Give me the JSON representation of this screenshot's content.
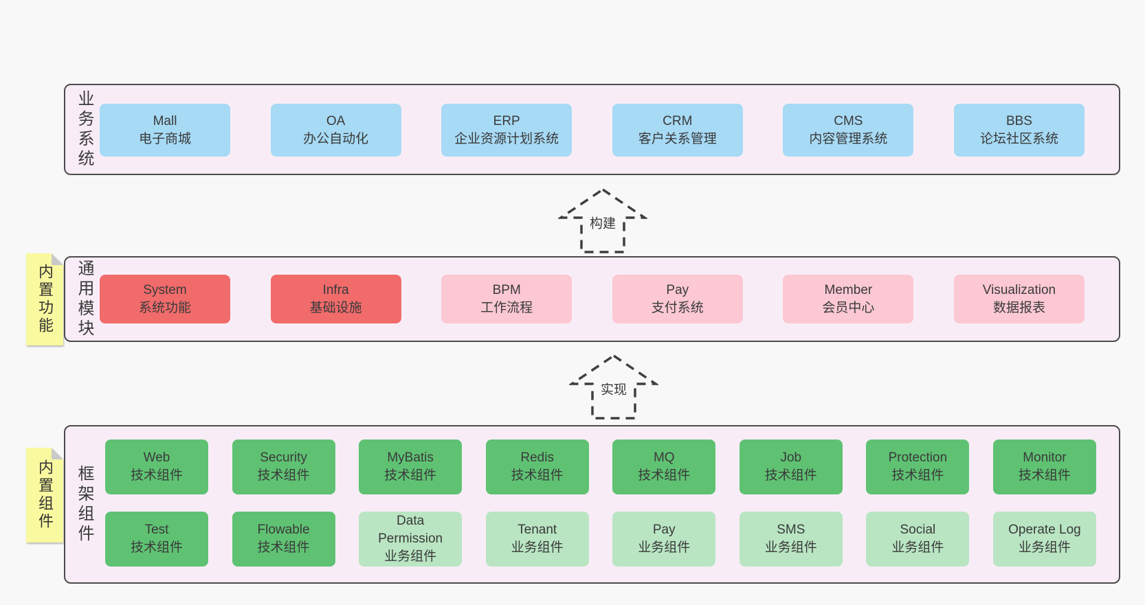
{
  "colors": {
    "page-bg": "#f8f8f8",
    "panel-bg": "#f8edf6",
    "panel-border": "#4b4b4b",
    "box-blue": "#a7daf5",
    "box-red": "#f16b6b",
    "box-pink": "#fbc8d3",
    "box-green-dark": "#5fc273",
    "box-green-light": "#b9e5c3",
    "note-bg": "#f9f9a0",
    "note-fold": "#c9c9c9",
    "text": "#3a3a3a",
    "arrow": "#3f3f3f"
  },
  "sections": [
    {
      "label": "业务系统",
      "boxes": [
        {
          "en": "Mall",
          "cn": "电子商城"
        },
        {
          "en": "OA",
          "cn": "办公自动化"
        },
        {
          "en": "ERP",
          "cn": "企业资源计划系统"
        },
        {
          "en": "CRM",
          "cn": "客户关系管理"
        },
        {
          "en": "CMS",
          "cn": "内容管理系统"
        },
        {
          "en": "BBS",
          "cn": "论坛社区系统"
        }
      ]
    },
    {
      "label": "通用模块",
      "note": "内置功能",
      "boxes": [
        {
          "en": "System",
          "cn": "系统功能"
        },
        {
          "en": "Infra",
          "cn": "基础设施"
        },
        {
          "en": "BPM",
          "cn": "工作流程"
        },
        {
          "en": "Pay",
          "cn": "支付系统"
        },
        {
          "en": "Member",
          "cn": "会员中心"
        },
        {
          "en": "Visualization",
          "cn": "数据报表"
        }
      ]
    },
    {
      "label": "框架组件",
      "note": "内置组件",
      "rows": [
        [
          {
            "en": "Web",
            "cn": "技术组件"
          },
          {
            "en": "Security",
            "cn": "技术组件"
          },
          {
            "en": "MyBatis",
            "cn": "技术组件"
          },
          {
            "en": "Redis",
            "cn": "技术组件"
          },
          {
            "en": "MQ",
            "cn": "技术组件"
          },
          {
            "en": "Job",
            "cn": "技术组件"
          },
          {
            "en": "Protection",
            "cn": "技术组件"
          },
          {
            "en": "Monitor",
            "cn": "技术组件"
          }
        ],
        [
          {
            "en": "Test",
            "cn": "技术组件"
          },
          {
            "en": "Flowable",
            "cn": "技术组件"
          },
          {
            "en": "Data Permission",
            "cn": "业务组件"
          },
          {
            "en": "Tenant",
            "cn": "业务组件"
          },
          {
            "en": "Pay",
            "cn": "业务组件"
          },
          {
            "en": "SMS",
            "cn": "业务组件"
          },
          {
            "en": "Social",
            "cn": "业务组件"
          },
          {
            "en": "Operate Log",
            "cn": "业务组件"
          }
        ]
      ]
    }
  ],
  "arrows": [
    {
      "label": "构建"
    },
    {
      "label": "实现"
    }
  ]
}
